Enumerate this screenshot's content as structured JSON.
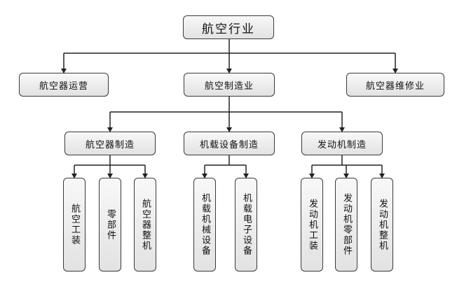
{
  "root": "航空行业",
  "level1": [
    "航空器运营",
    "航空制造业",
    "航空器维修业"
  ],
  "level2": [
    "航空器制造",
    "机载设备制造",
    "发动机制造"
  ],
  "level3": [
    [
      "航空工装",
      "零部件",
      "航空器整机"
    ],
    [
      "机载机械设备",
      "机载电子设备"
    ],
    [
      "发动机工装",
      "发动机零部件",
      "发动机整机"
    ]
  ],
  "colors": {
    "box_border": "#3a3a3a",
    "box_fill_top": "#f8f8f8",
    "box_fill_bottom": "#e2e2e2",
    "line": "#222222"
  }
}
